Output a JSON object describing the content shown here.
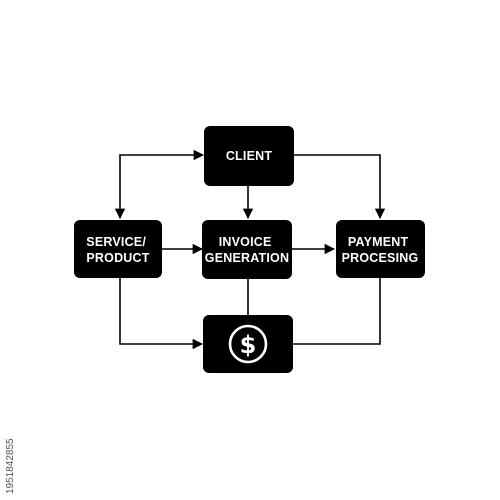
{
  "diagram": {
    "nodes": {
      "client": {
        "lines": [
          "CLIENT"
        ]
      },
      "service_product": {
        "lines": [
          "SERVICE/",
          "PRODUCT"
        ]
      },
      "invoice_generation": {
        "lines": [
          "INVOICE",
          "GENERATION"
        ]
      },
      "payment_processing": {
        "lines": [
          "PAYMENT",
          "PROCESING"
        ]
      },
      "payment": {
        "icon": "dollar-circle-icon",
        "glyph": "$"
      }
    },
    "colors": {
      "node_fill": "#000000",
      "node_text": "#ffffff",
      "connector": "#000000",
      "background": "#ffffff"
    }
  },
  "watermark": {
    "stock_id": "1951842855"
  }
}
